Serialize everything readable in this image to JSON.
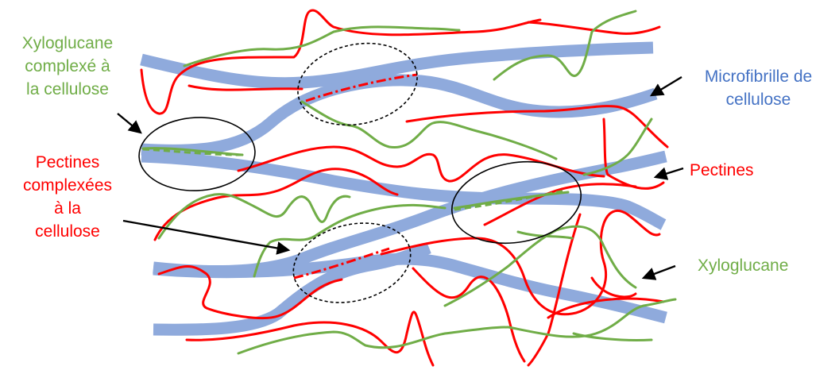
{
  "colors": {
    "cellulose": "#8faadc",
    "pectin": "#ff0000",
    "xyloglucan": "#70ad47",
    "outline": "#000000"
  },
  "labels": {
    "xyloglucan_complexed": [
      "Xyloglucane",
      "complexé à",
      "la cellulose"
    ],
    "pectins_complexed": [
      "Pectines",
      "complexées",
      "à la",
      "cellulose"
    ],
    "microfibril": [
      "Microfibrille de",
      "cellulose"
    ],
    "pectins": [
      "Pectines"
    ],
    "xyloglucan": [
      "Xyloglucane"
    ]
  }
}
